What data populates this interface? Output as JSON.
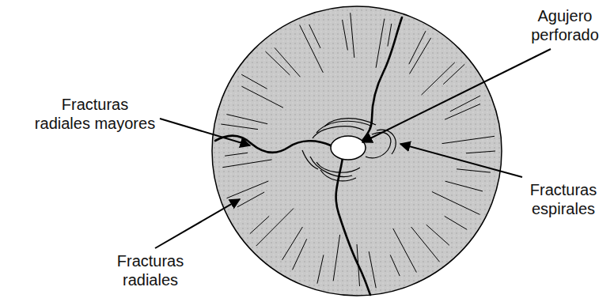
{
  "diagram": {
    "labels": [
      "Agujero perforado",
      "Fracturas radiales mayores",
      "Fracturas espirales",
      "Fracturas radiales"
    ]
  }
}
